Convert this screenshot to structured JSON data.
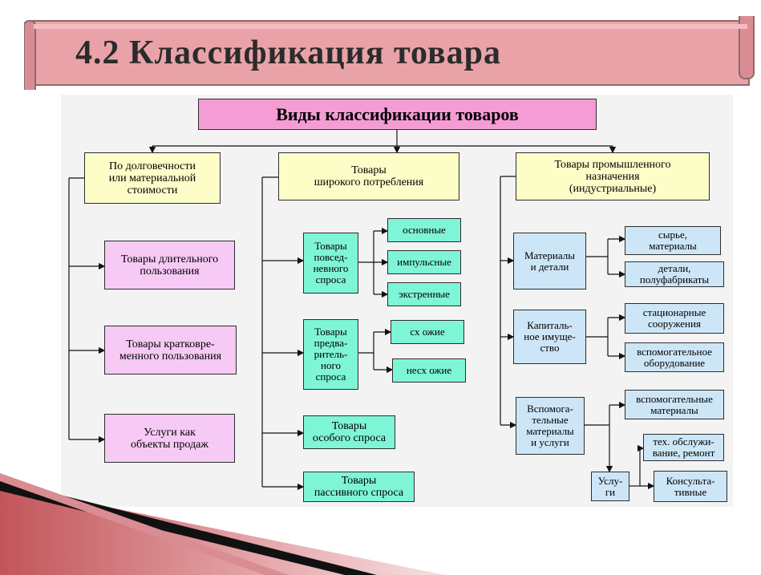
{
  "title": "4.2 Классификация товара",
  "diagram": {
    "root": "Виды классификации товаров",
    "groups": {
      "durability": {
        "label": "По долговечности\nили материальной\nстоимости",
        "items": [
          "Товары длительного\nпользования",
          "Товары кратковре-\nменного пользования",
          "Услуги как\nобъекты продаж"
        ]
      },
      "consumer": {
        "label": "Товары\nширокого потребления",
        "everyday": {
          "label": "Товары\nповсед-\nневного\nспроса",
          "items": [
            "основные",
            "импульсные",
            "экстренные"
          ]
        },
        "preliminary": {
          "label": "Товары\nпредва-\nритель-\nного\nспроса",
          "items": [
            "сх ожие",
            "несх ожие"
          ]
        },
        "special": "Товары\nособого спроса",
        "passive": "Товары\nпассивного спроса"
      },
      "industrial": {
        "label": "Товары промышленного\nназначения\n(индустриальные)",
        "materials": {
          "label": "Материалы\nи детали",
          "items": [
            "сырье,\nматериалы",
            "детали,\nполуфабрикаты"
          ]
        },
        "capital": {
          "label": "Капиталь-\nное имуще-\nство",
          "items": [
            "стационарные\nсооружения",
            "вспомогательное\nоборудование"
          ]
        },
        "auxiliary": {
          "label": "Вспомога-\nтельные\nматериалы\nи услуги",
          "items": [
            "вспомогательные\nматериалы"
          ]
        },
        "services": {
          "label": "Услу-\nги",
          "items": [
            "тех. обслужи-\nвание, ремонт",
            "Консульта-\nтивные"
          ]
        }
      }
    }
  }
}
